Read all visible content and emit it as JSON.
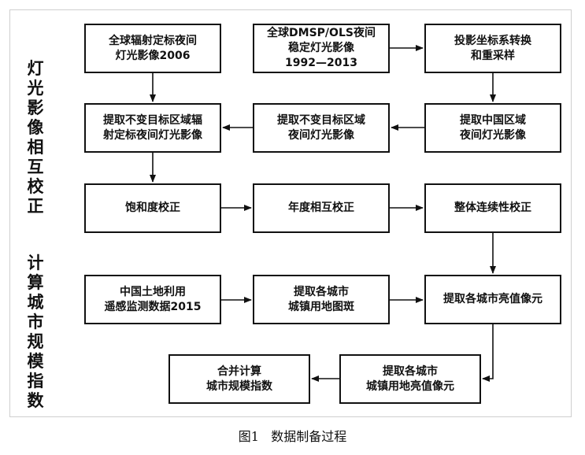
{
  "side_labels": {
    "top": [
      "灯",
      "光",
      "影",
      "像",
      "相",
      "互",
      "校",
      "正"
    ],
    "bottom": [
      "计",
      "算",
      "城",
      "市",
      "规",
      "模",
      "指",
      "数"
    ]
  },
  "boxes": {
    "b1": [
      "全球辐射定标夜间",
      "灯光影像2006"
    ],
    "b2": [
      "全球DMSP/OLS夜间",
      "稳定灯光影像",
      "1992—2013"
    ],
    "b3": [
      "投影坐标系转换",
      "和重采样"
    ],
    "b4": [
      "提取不变目标区域辐",
      "射定标夜间灯光影像"
    ],
    "b5": [
      "提取不变目标区域",
      "夜间灯光影像"
    ],
    "b6": [
      "提取中国区域",
      "夜间灯光影像"
    ],
    "b7": [
      "饱和度校正"
    ],
    "b8": [
      "年度相互校正"
    ],
    "b9": [
      "整体连续性校正"
    ],
    "b10": [
      "中国土地利用",
      "遥感监测数据2015"
    ],
    "b11": [
      "提取各城市",
      "城镇用地图斑"
    ],
    "b12": [
      "提取各城市亮值像元"
    ],
    "b13": [
      "合并计算",
      "城市规模指数"
    ],
    "b14": [
      "提取各城市",
      "城镇用地亮值像元"
    ]
  },
  "caption": {
    "figure_number": "图1",
    "text": "数据制备过程"
  }
}
